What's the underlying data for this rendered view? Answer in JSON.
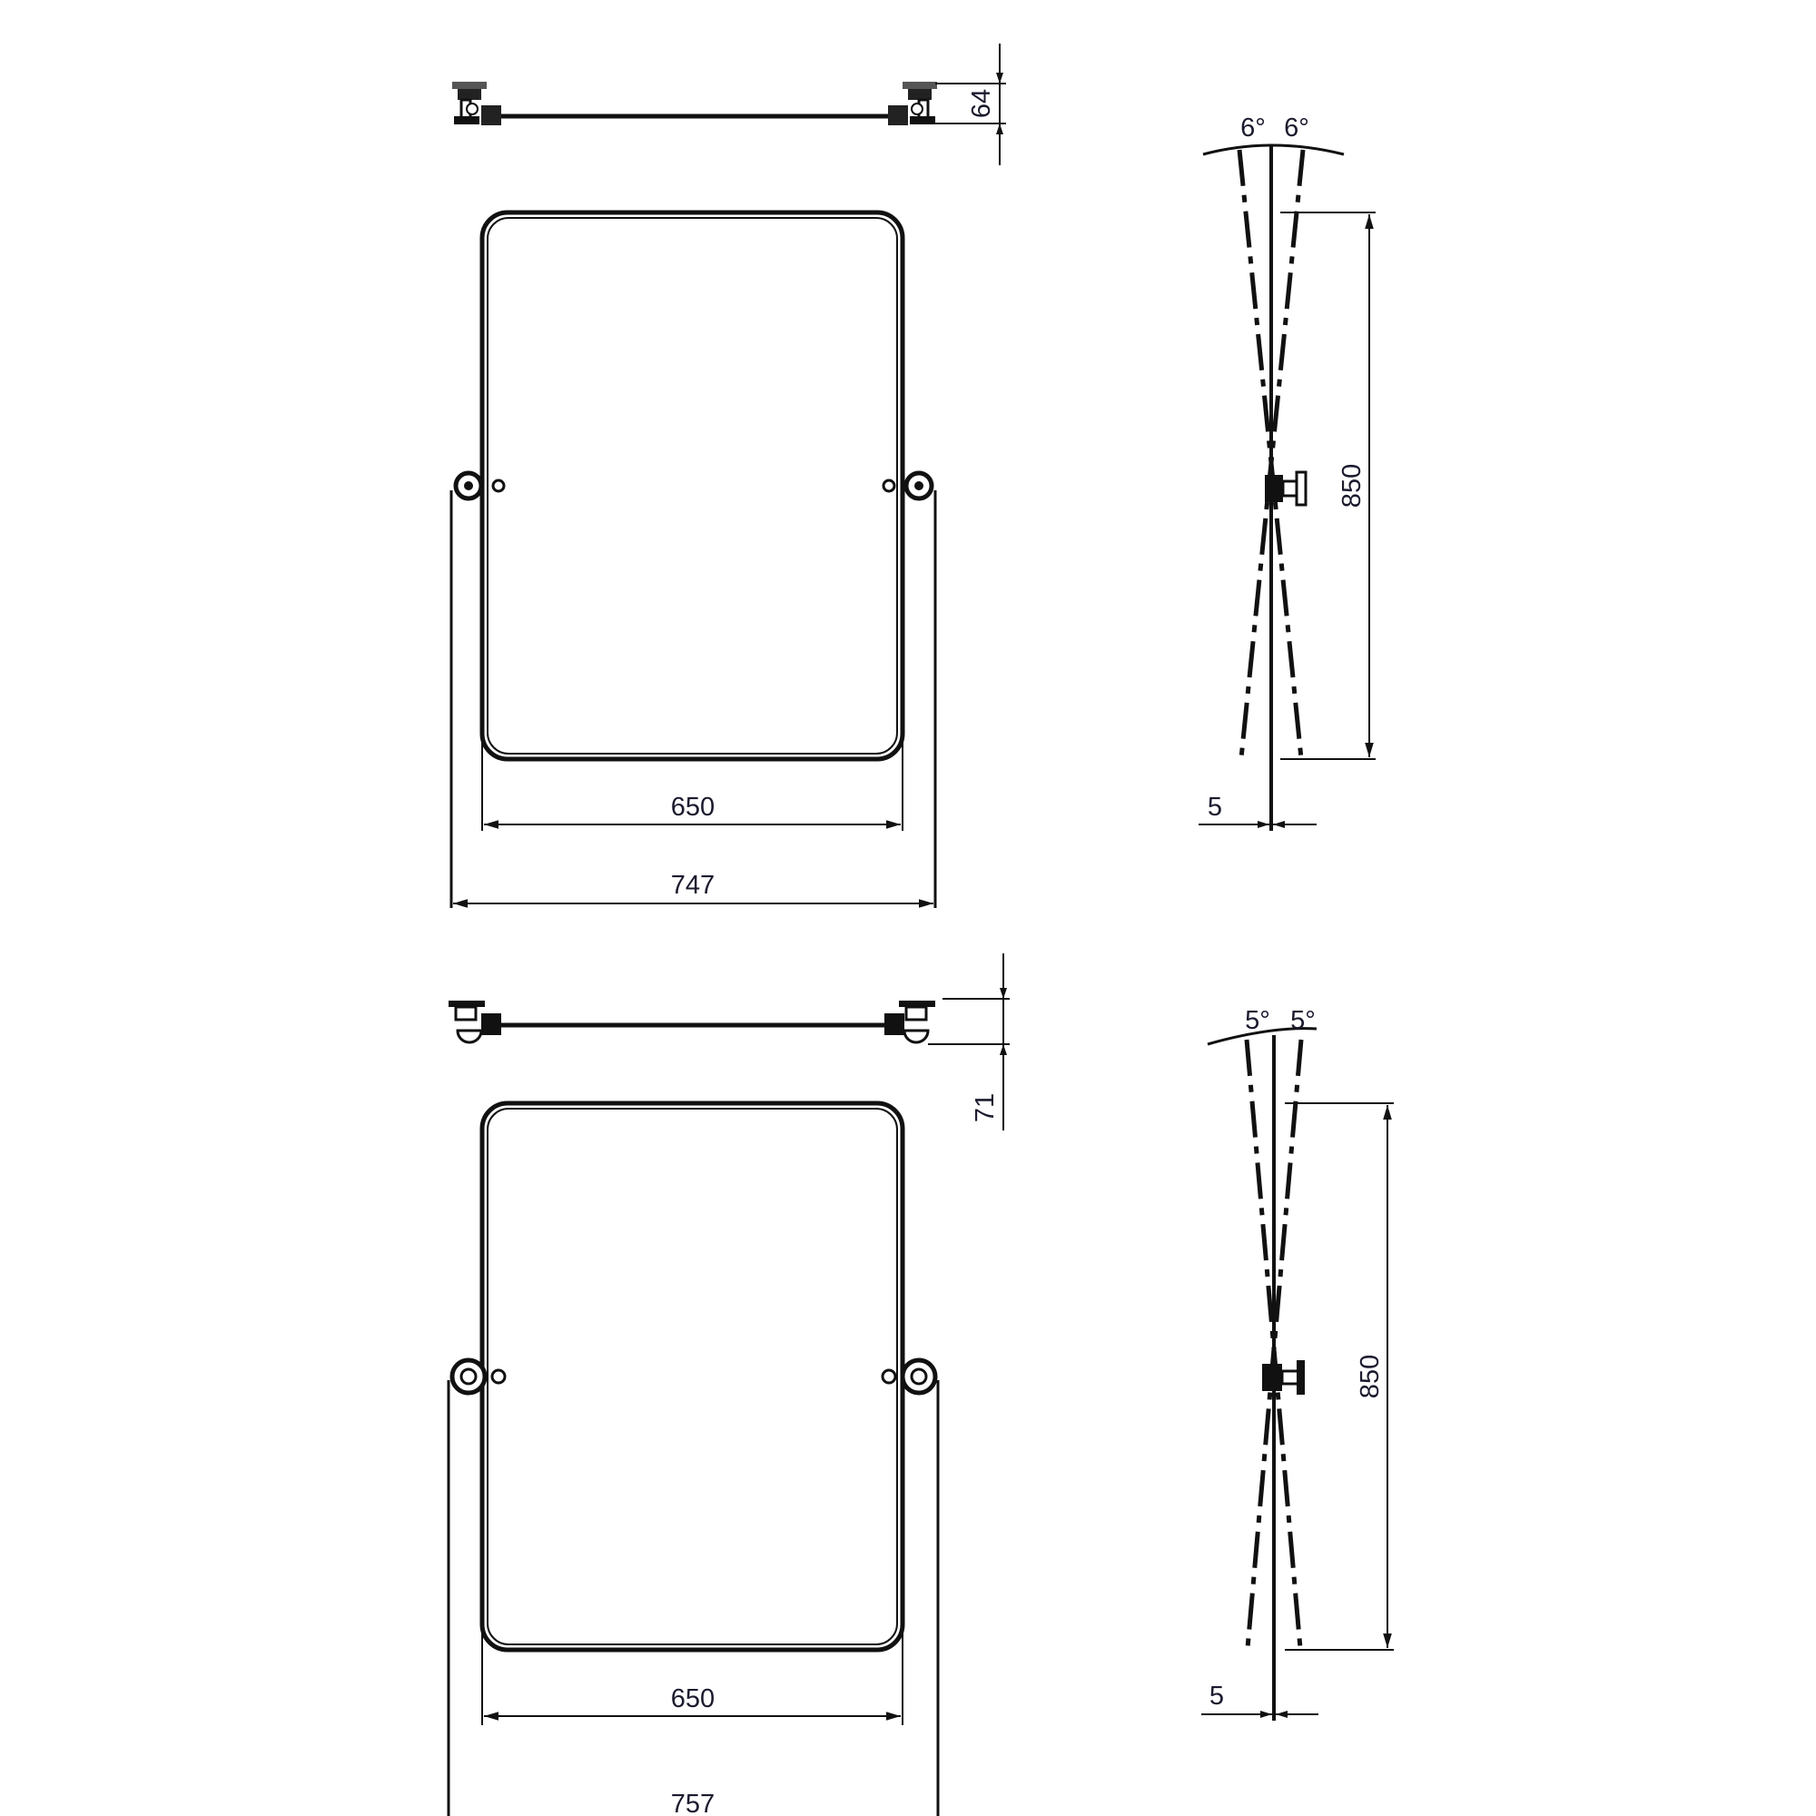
{
  "drawing": {
    "variants": [
      {
        "id": "upper",
        "side_depth": "64",
        "mirror_width": "650",
        "overall_width": "747",
        "height": "850",
        "tilt_left": "6°",
        "tilt_right": "6°",
        "glass_thickness": "5"
      },
      {
        "id": "lower",
        "side_depth": "71",
        "mirror_width": "650",
        "overall_width": "757",
        "height": "850",
        "tilt_left": "5°",
        "tilt_right": "5°",
        "glass_thickness": "5"
      }
    ]
  }
}
